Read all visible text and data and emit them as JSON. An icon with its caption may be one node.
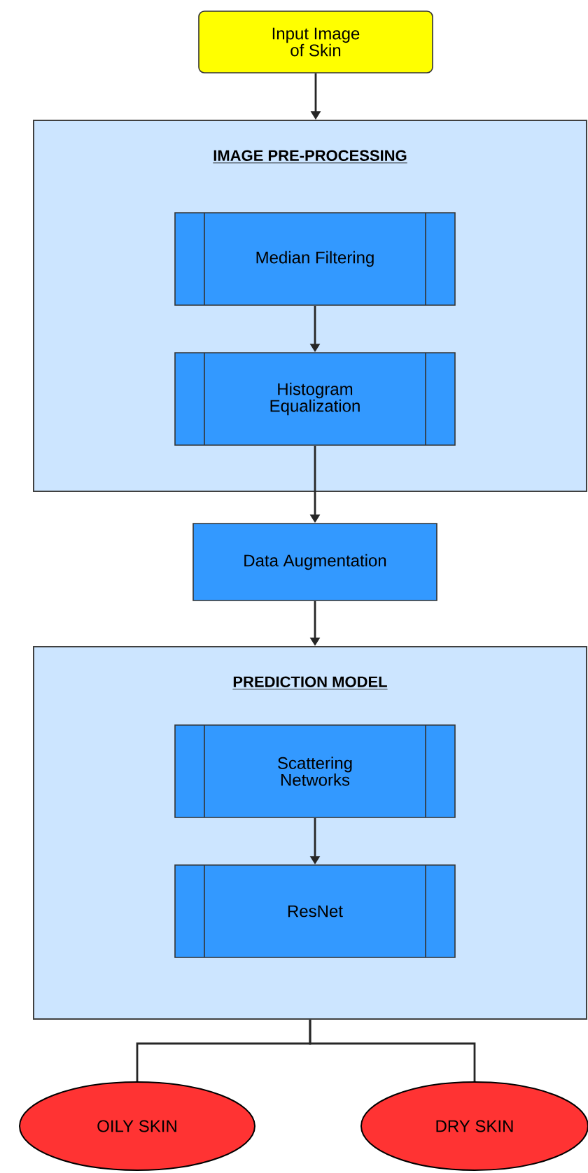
{
  "diagram": {
    "nodes": [
      {
        "text": [
          "Input Image of Skin"
        ]
      },
      {
        "text": [
          "IMAGE PRE-PROCESSING"
        ]
      },
      {
        "text": [
          "Median Filtering"
        ],
        "in": 1
      },
      {
        "text": [
          "Histogram Equalization"
        ],
        "in": 1
      },
      {
        "text": [
          "Data Augmentation"
        ]
      },
      {
        "text": [
          "PREDICTION MODEL"
        ]
      },
      {
        "text": [
          "Scattering Networks"
        ],
        "in": 5
      },
      {
        "text": [
          "ResNet"
        ],
        "in": 5
      },
      {
        "text": [
          "OILY SKIN"
        ]
      },
      {
        "text": [
          "DRY SKIN"
        ]
      }
    ],
    "edges": [
      {
        "from": 0,
        "to": 1,
        "arrow": "to"
      },
      {
        "from": 2,
        "to": 3,
        "arrow": "to"
      },
      {
        "from": 3,
        "to": 4,
        "arrow": "to"
      },
      {
        "from": 4,
        "to": 5,
        "arrow": "to"
      },
      {
        "from": 6,
        "to": 7,
        "arrow": "to"
      },
      {
        "from": 5,
        "to": 8,
        "arrow": "none"
      },
      {
        "from": 5,
        "to": 9,
        "arrow": "none"
      }
    ]
  }
}
